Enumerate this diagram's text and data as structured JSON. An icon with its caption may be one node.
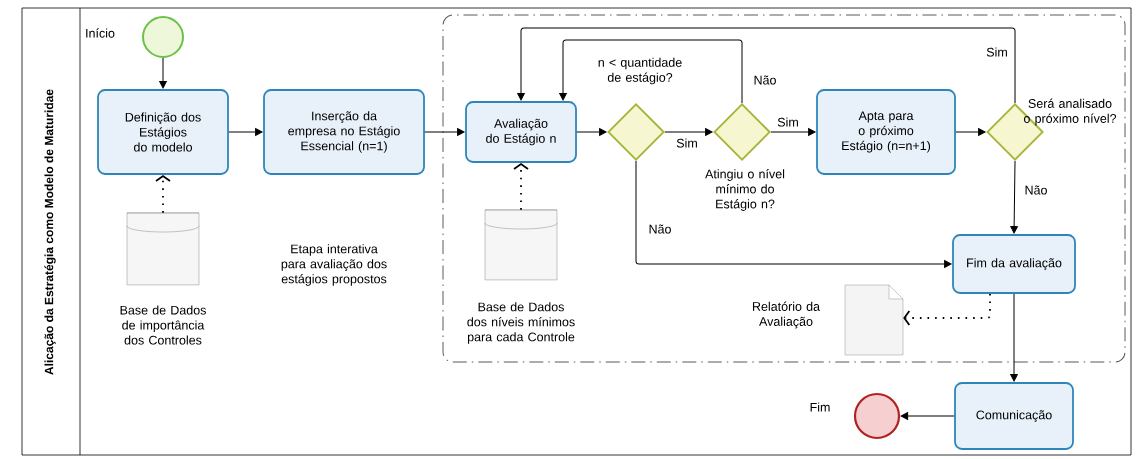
{
  "diagram": {
    "nodes": [
      {
        "text": [
          "Alicação da Estratégia como Modelo de Maturidae"
        ]
      },
      {
        "text": [],
        "shape": "box",
        "in": 0
      },
      {
        "text": [],
        "shape": "circle",
        "in": 0,
        "beside": [
          "Início"
        ]
      },
      {
        "text": [
          "Definição dos Estágios do modelo"
        ],
        "in": 0
      },
      {
        "text": [],
        "shape": "cylinder",
        "in": 0,
        "beside": [
          "Base de Dados de importância dos Controles"
        ]
      },
      {
        "text": [
          "Inserção da empresa no Estágio Essencial (n=1)"
        ],
        "in": 0
      },
      {
        "text": [
          "Avaliação do Estágio n"
        ],
        "in": 1
      },
      {
        "text": [],
        "shape": "cylinder",
        "in": 1,
        "beside": [
          "Base de Dados dos níveis mínimos para cada Controle"
        ]
      },
      {
        "text": [],
        "shape": "diamond",
        "in": 1,
        "beside": [
          "n < quantidade de estágio?"
        ]
      },
      {
        "text": [],
        "shape": "diamond",
        "in": 1,
        "beside": [
          "Atingiu o nível mínimo do Estágio n?"
        ]
      },
      {
        "text": [
          "Apta para o próximo Estágio (n=n+1)"
        ],
        "in": 1
      },
      {
        "text": [],
        "shape": "diamond",
        "in": 1,
        "beside": [
          "Será analisado o próximo nível?"
        ]
      },
      {
        "text": [
          "Fim da avaliação"
        ],
        "in": 1
      },
      {
        "text": [],
        "shape": "document",
        "in": 1,
        "beside": [
          "Relatório da Avaliação"
        ]
      },
      {
        "text": [
          "Comunicação"
        ],
        "in": 0
      },
      {
        "text": [],
        "shape": "circle",
        "in": 0,
        "beside": [
          "Fim"
        ]
      }
    ],
    "edges": [
      {
        "from": 2,
        "to": 3,
        "arrow": "to"
      },
      {
        "from": 4,
        "to": 3,
        "arrow": "to",
        "style": "dashed"
      },
      {
        "from": 3,
        "to": 5,
        "arrow": "to"
      },
      {
        "from": 5,
        "to": 6,
        "arrow": "to"
      },
      {
        "from": 7,
        "to": 6,
        "arrow": "to",
        "style": "dashed"
      },
      {
        "from": 6,
        "to": 8,
        "arrow": "to"
      },
      {
        "from": 8,
        "to": 9,
        "arrow": "to",
        "label": "Sim"
      },
      {
        "from": 9,
        "to": 10,
        "arrow": "to",
        "label": "Sim"
      },
      {
        "from": 9,
        "to": 6,
        "arrow": "to",
        "label": "Não"
      },
      {
        "from": 8,
        "to": 12,
        "arrow": "to",
        "label": "Não"
      },
      {
        "from": 10,
        "to": 11,
        "arrow": "to"
      },
      {
        "from": 11,
        "to": 6,
        "arrow": "to",
        "label": "Sim"
      },
      {
        "from": 11,
        "to": 12,
        "arrow": "to",
        "label": "Não"
      },
      {
        "from": 12,
        "to": 13,
        "arrow": "to",
        "style": "dashed"
      },
      {
        "from": 12,
        "to": 14,
        "arrow": "to"
      },
      {
        "from": 14,
        "to": 15,
        "arrow": "to"
      }
    ],
    "labels": [
      "Etapa interativa para avaliação dos estágios propostos"
    ]
  }
}
